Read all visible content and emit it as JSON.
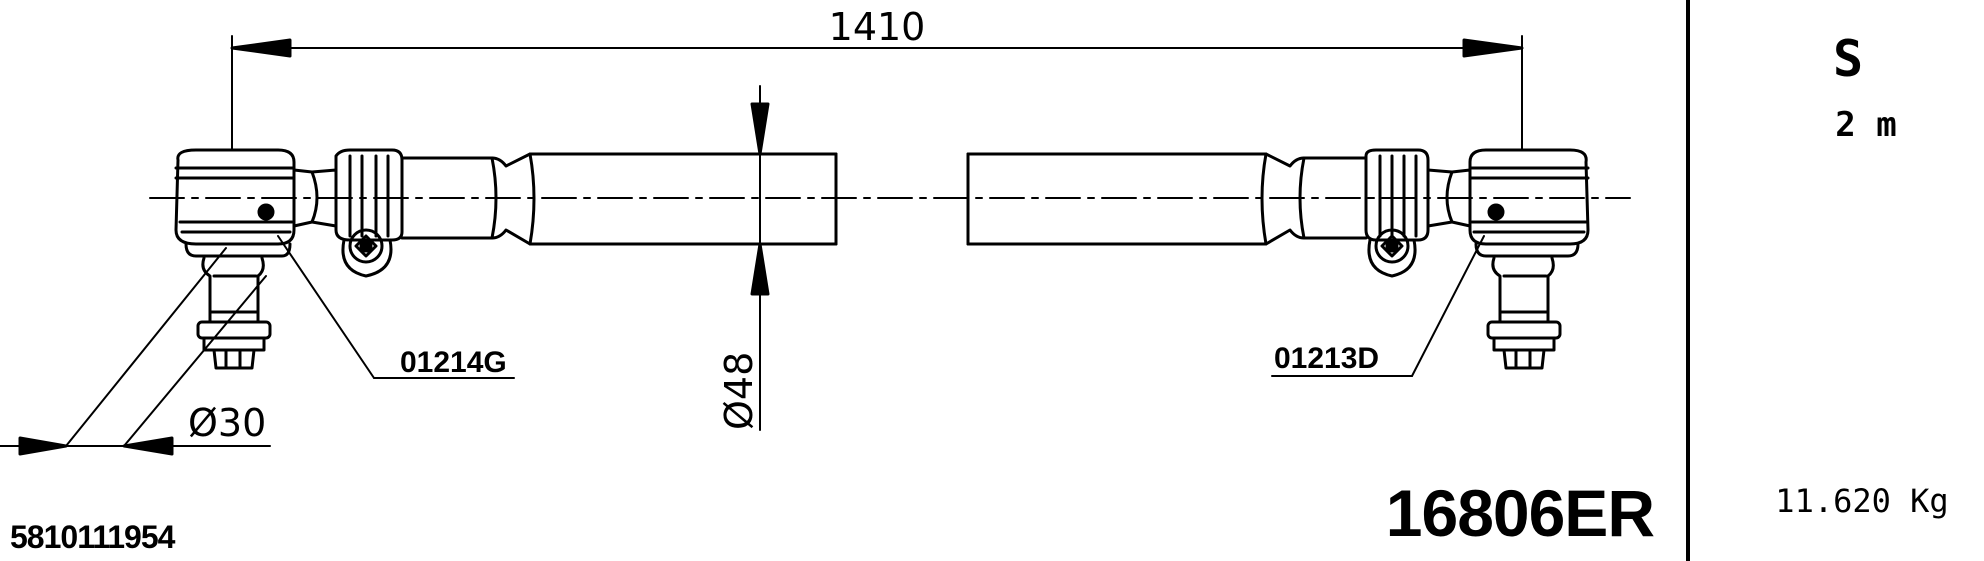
{
  "drawing": {
    "overall_length": "1410",
    "tube_diameter": "Ø48",
    "ball_stud_diameter": "Ø30",
    "left_end_code": "01214G",
    "right_end_code": "01213D",
    "part_number": "16806ER",
    "oem_number": "5810111954"
  },
  "info": {
    "code": "S",
    "length": "2 m",
    "weight": "11.620 Kg"
  }
}
